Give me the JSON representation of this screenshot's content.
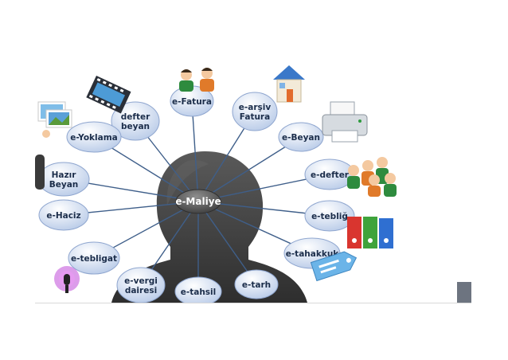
{
  "colors": {
    "bubble_fill_top": "#ffffff",
    "bubble_fill_bottom": "#b9cbe8",
    "bubble_stroke": "#8fa6cf",
    "spoke": "#3f5f8a",
    "head": "#3a3a3a",
    "head_highlight": "#6b6b6b",
    "scroll_thumb": "#6d7480"
  },
  "center": {
    "label": "e-Maliye",
    "icon": "head-silhouette"
  },
  "nodes": [
    {
      "id": "e-fatura",
      "lines": [
        "e-Fatura"
      ]
    },
    {
      "id": "defter-beyan",
      "lines": [
        "defter",
        "beyan"
      ]
    },
    {
      "id": "e-arsiv-fatura",
      "lines": [
        "e-arşiv",
        "Fatura"
      ]
    },
    {
      "id": "e-yoklama",
      "lines": [
        "e-Yoklama"
      ]
    },
    {
      "id": "e-beyan",
      "lines": [
        "e-Beyan"
      ]
    },
    {
      "id": "hazir-beyan",
      "lines": [
        "Hazır",
        "Beyan"
      ]
    },
    {
      "id": "e-defter",
      "lines": [
        "e-defter"
      ]
    },
    {
      "id": "e-haciz",
      "lines": [
        "e-Haciz"
      ]
    },
    {
      "id": "e-tebligat-right",
      "lines": [
        "e-tebliğ"
      ]
    },
    {
      "id": "e-tebligat-left",
      "lines": [
        "e-tebligat"
      ]
    },
    {
      "id": "e-tahakkuk",
      "lines": [
        "e-tahakkuk"
      ]
    },
    {
      "id": "e-vergi-dairesi",
      "lines": [
        "e-vergi",
        "dairesi"
      ]
    },
    {
      "id": "e-tahsil",
      "lines": [
        "e-tahsil"
      ]
    },
    {
      "id": "e-tarh",
      "lines": [
        "e-tarh"
      ]
    }
  ],
  "decorations": [
    "film-strip-icon",
    "users-group-icon",
    "house-icon",
    "printer-icon",
    "people-crowd-icon",
    "binders-icon",
    "tag-icon",
    "photos-icon",
    "webcam-icon",
    "microphone-icon"
  ]
}
